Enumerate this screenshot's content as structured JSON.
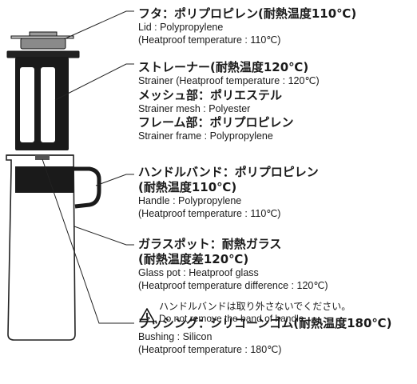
{
  "parts": {
    "lid": {
      "jp": "フタ：ポリプロピレン(耐熱温度110℃)",
      "en": [
        "Lid : Polypropylene",
        "(Heatproof temperature : 110℃)"
      ]
    },
    "strainer": {
      "jp": "ストレーナー(耐熱温度120℃)",
      "en1": "Strainer (Heatproof temperature : 120℃)",
      "mesh_jp": "メッシュ部：ポリエステル",
      "mesh_en": "Strainer mesh : Polyester",
      "frame_jp": "フレーム部：ポリプロピレン",
      "frame_en": "Strainer frame : Polypropylene"
    },
    "handle": {
      "jp": [
        "ハンドルバンド：ポリプロピレン",
        "(耐熱温度110℃)"
      ],
      "en": [
        "Handle : Polypropylene",
        "(Heatproof temperature : 110℃)"
      ]
    },
    "pot": {
      "jp": [
        "ガラスポット：耐熱ガラス",
        "(耐熱温度差120℃)"
      ],
      "en": [
        "Glass pot : Heatproof glass",
        "(Heatproof temperature difference : 120℃)"
      ]
    },
    "warning": {
      "icon": "warning-triangle-icon",
      "jp": "ハンドルバンドは取り外さないでください。",
      "en": "Do not remove the band of handle."
    },
    "bushing": {
      "jp": "ブッシング：シリコーンゴム(耐熱温度180℃)",
      "en": [
        "Bushing : Silicon",
        "(Heatproof temperature : 180℃)"
      ]
    }
  }
}
